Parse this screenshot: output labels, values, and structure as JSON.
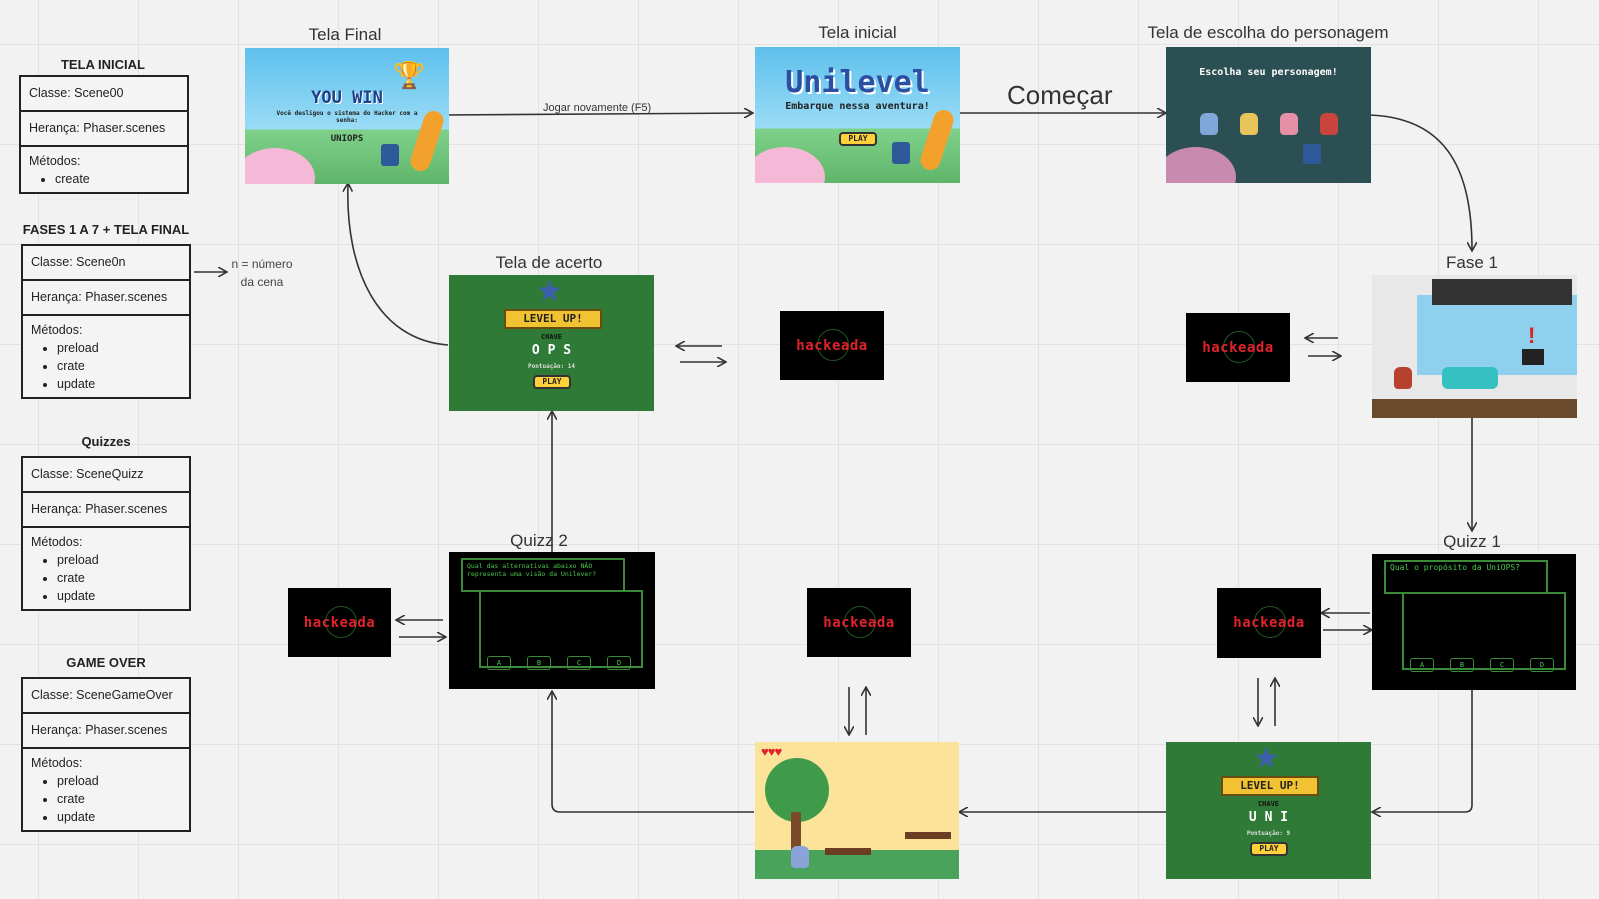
{
  "legend": [
    {
      "title": "TELA INICIAL",
      "classe": "Classe: Scene00",
      "heranca": "Herança: Phaser.scenes",
      "metodos_label": "Métodos:",
      "metodos": [
        "create"
      ]
    },
    {
      "title": "FASES 1 A 7 + TELA FINAL",
      "classe": "Classe: Scene0n",
      "heranca": "Herança: Phaser.scenes",
      "metodos_label": "Métodos:",
      "metodos": [
        "preload",
        "crate",
        "update"
      ]
    },
    {
      "title": "Quizzes",
      "classe": "Classe: SceneQuizz",
      "heranca": "Herança: Phaser.scenes",
      "metodos_label": "Métodos:",
      "metodos": [
        "preload",
        "crate",
        "update"
      ]
    },
    {
      "title": "GAME OVER",
      "classe": "Classe: SceneGameOver",
      "heranca": "Herança: Phaser.scenes",
      "metodos_label": "Métodos:",
      "metodos": [
        "preload",
        "crate",
        "update"
      ]
    }
  ],
  "note": {
    "line1": "n = número",
    "line2": "da cena"
  },
  "screens": {
    "tela_final": {
      "title": "Tela Final",
      "heading": "YOU WIN",
      "sub": "Você desligou o sistema do Hacker com a senha:",
      "code": "UNIOPS"
    },
    "tela_inicial": {
      "title": "Tela inicial",
      "heading": "Unilevel",
      "sub": "Embarque nessa aventura!",
      "play": "PLAY"
    },
    "escolha": {
      "title": "Tela de escolha do personagem",
      "heading": "Escolha seu personagem!"
    },
    "fase1": {
      "title": "Fase 1"
    },
    "acerto": {
      "title": "Tela de acerto",
      "banner": "LEVEL UP!",
      "chave_label": "CHAVE",
      "chave": "O P S",
      "pontos": "Pontuação: 14",
      "play": "PLAY"
    },
    "quizz2": {
      "title": "Quizz 2",
      "question": "Qual das alternativas abaixo NÃO representa uma visão da Unilever?",
      "buttons": [
        "A",
        "B",
        "C",
        "D"
      ]
    },
    "quizz1": {
      "title": "Quizz 1",
      "question": "Qual o propósito da UniOPS?",
      "buttons": [
        "A",
        "B",
        "C",
        "D"
      ]
    },
    "acerto2": {
      "banner": "LEVEL UP!",
      "chave_label": "CHAVE",
      "chave": "U N I",
      "pontos": "Pontuação: 9",
      "play": "PLAY"
    },
    "hackeada": {
      "logo": "hackeada"
    }
  },
  "arrows": {
    "jogar_novamente": "Jogar novamente (F5)",
    "comecar": "Começar"
  },
  "colors": {
    "arrow": "#333333",
    "green_screen": "#2f7a37",
    "hack_red": "#e0232b"
  }
}
